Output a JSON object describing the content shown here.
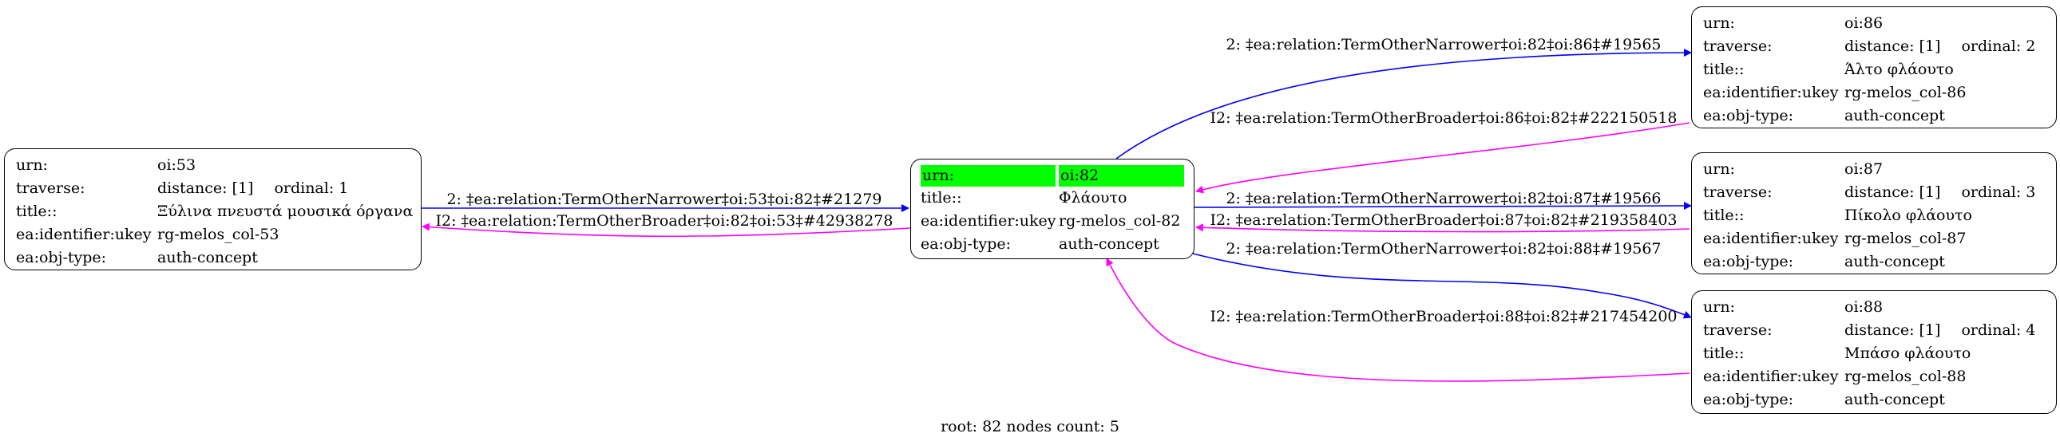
{
  "nodes": {
    "root": {
      "rows": [
        {
          "key": "urn:",
          "value": "oi:82"
        },
        {
          "key": "title::",
          "value": "Φλάουτο"
        },
        {
          "key": "ea:identifier:ukey",
          "value": "rg-melos_col-82"
        },
        {
          "key": "ea:obj-type:",
          "value": "auth-concept"
        }
      ]
    },
    "n53": {
      "urn": "oi:53",
      "distance": "distance: [1]",
      "ordinal": "ordinal: 1",
      "title": "Ξύλινα πνευστά μουσικά όργανα",
      "ukey": "rg-melos_col-53",
      "objtype": "auth-concept"
    },
    "n86": {
      "urn": "oi:86",
      "distance": "distance: [1]",
      "ordinal": "ordinal: 2",
      "title": "Άλτο φλάουτο",
      "ukey": "rg-melos_col-86",
      "objtype": "auth-concept"
    },
    "n87": {
      "urn": "oi:87",
      "distance": "distance: [1]",
      "ordinal": "ordinal: 3",
      "title": "Πίκολο φλάουτο",
      "ukey": "rg-melos_col-87",
      "objtype": "auth-concept"
    },
    "n88": {
      "urn": "oi:88",
      "distance": "distance: [1]",
      "ordinal": "ordinal: 4",
      "title": "Μπάσο φλάουτο",
      "ukey": "rg-melos_col-88",
      "objtype": "auth-concept"
    }
  },
  "keys": {
    "urn": "urn:",
    "traverse": "traverse:",
    "title": "title::",
    "ukey": "ea:identifier:ukey",
    "objtype": "ea:obj-type:"
  },
  "edges": {
    "e53_narrower": "2: ‡ea:relation:TermOtherNarrower‡oi:53‡oi:82‡#21279",
    "e53_broader": "I2: ‡ea:relation:TermOtherBroader‡oi:82‡oi:53‡#42938278",
    "e86_narrower": "2: ‡ea:relation:TermOtherNarrower‡oi:82‡oi:86‡#19565",
    "e86_broader": "I2: ‡ea:relation:TermOtherBroader‡oi:86‡oi:82‡#222150518",
    "e87_narrower": "2: ‡ea:relation:TermOtherNarrower‡oi:82‡oi:87‡#19566",
    "e87_broader": "I2: ‡ea:relation:TermOtherBroader‡oi:87‡oi:82‡#219358403",
    "e88_narrower": "2: ‡ea:relation:TermOtherNarrower‡oi:82‡oi:88‡#19567",
    "e88_broader": "I2: ‡ea:relation:TermOtherBroader‡oi:88‡oi:82‡#217454200"
  },
  "colors": {
    "narrower": "#0000ff",
    "broader": "#ff00ff",
    "highlight": "#00ff00"
  },
  "footer": "root: 82 nodes count: 5"
}
